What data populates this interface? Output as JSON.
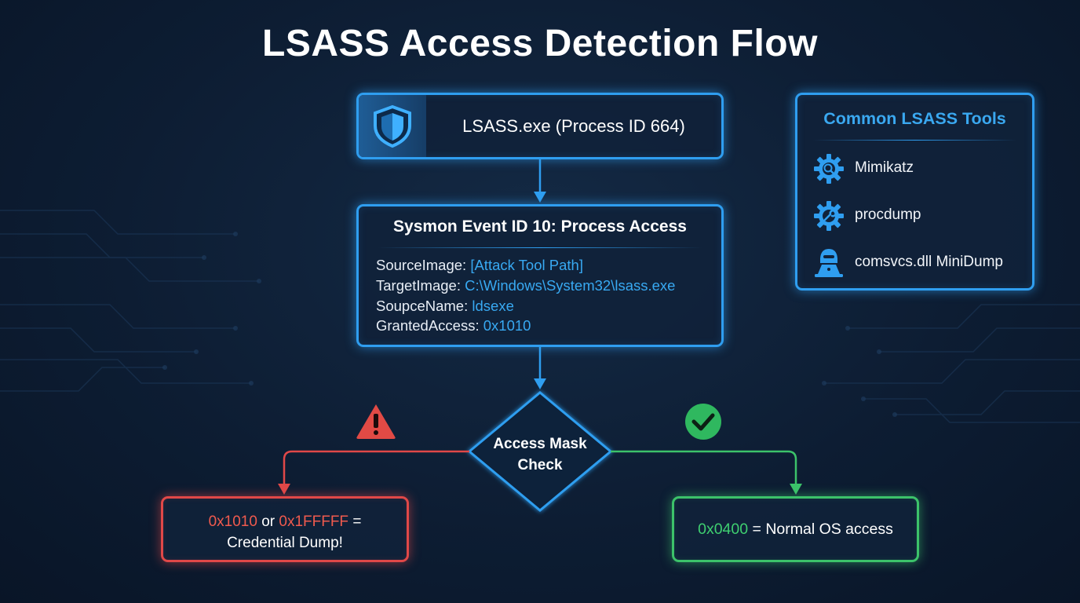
{
  "title": "LSASS Access Detection Flow",
  "process_node": {
    "label": "LSASS.exe (Process ID 664)",
    "icon": "shield-icon"
  },
  "sysmon_node": {
    "title": "Sysmon Event ID 10: Process Access",
    "fields": [
      {
        "key": "SourceImage:",
        "value": "[Attack Tool Path]"
      },
      {
        "key": "TargetImage:",
        "value": "C:\\Windows\\System32\\lsass.exe"
      },
      {
        "key": "SoupceName:",
        "value": "ldsexe"
      },
      {
        "key": "GrantedAccess:",
        "value": "0x1010"
      }
    ]
  },
  "decision_node": {
    "line1": "Access Mask",
    "line2": "Check"
  },
  "alert_branch": {
    "icon": "warning-icon",
    "value1": "0x1010",
    "or_text": "or",
    "value2": "0x1FFFFF",
    "equals": "=",
    "result": "Credential Dump!"
  },
  "normal_branch": {
    "icon": "checkmark-icon",
    "value": "0x0400",
    "result": "= Normal OS access"
  },
  "tools_panel": {
    "title": "Common LSASS Tools",
    "items": [
      {
        "label": "Mimikatz",
        "icon": "gear-search-icon"
      },
      {
        "label": "procdump",
        "icon": "gear-wrench-icon"
      },
      {
        "label": "comsvcs.dll MiniDump",
        "icon": "hacker-laptop-icon"
      }
    ]
  },
  "colors": {
    "background": "#0d1d33",
    "accent_blue": "#2f9ef0",
    "alert_red": "#e04848",
    "ok_green": "#3cc26a"
  }
}
